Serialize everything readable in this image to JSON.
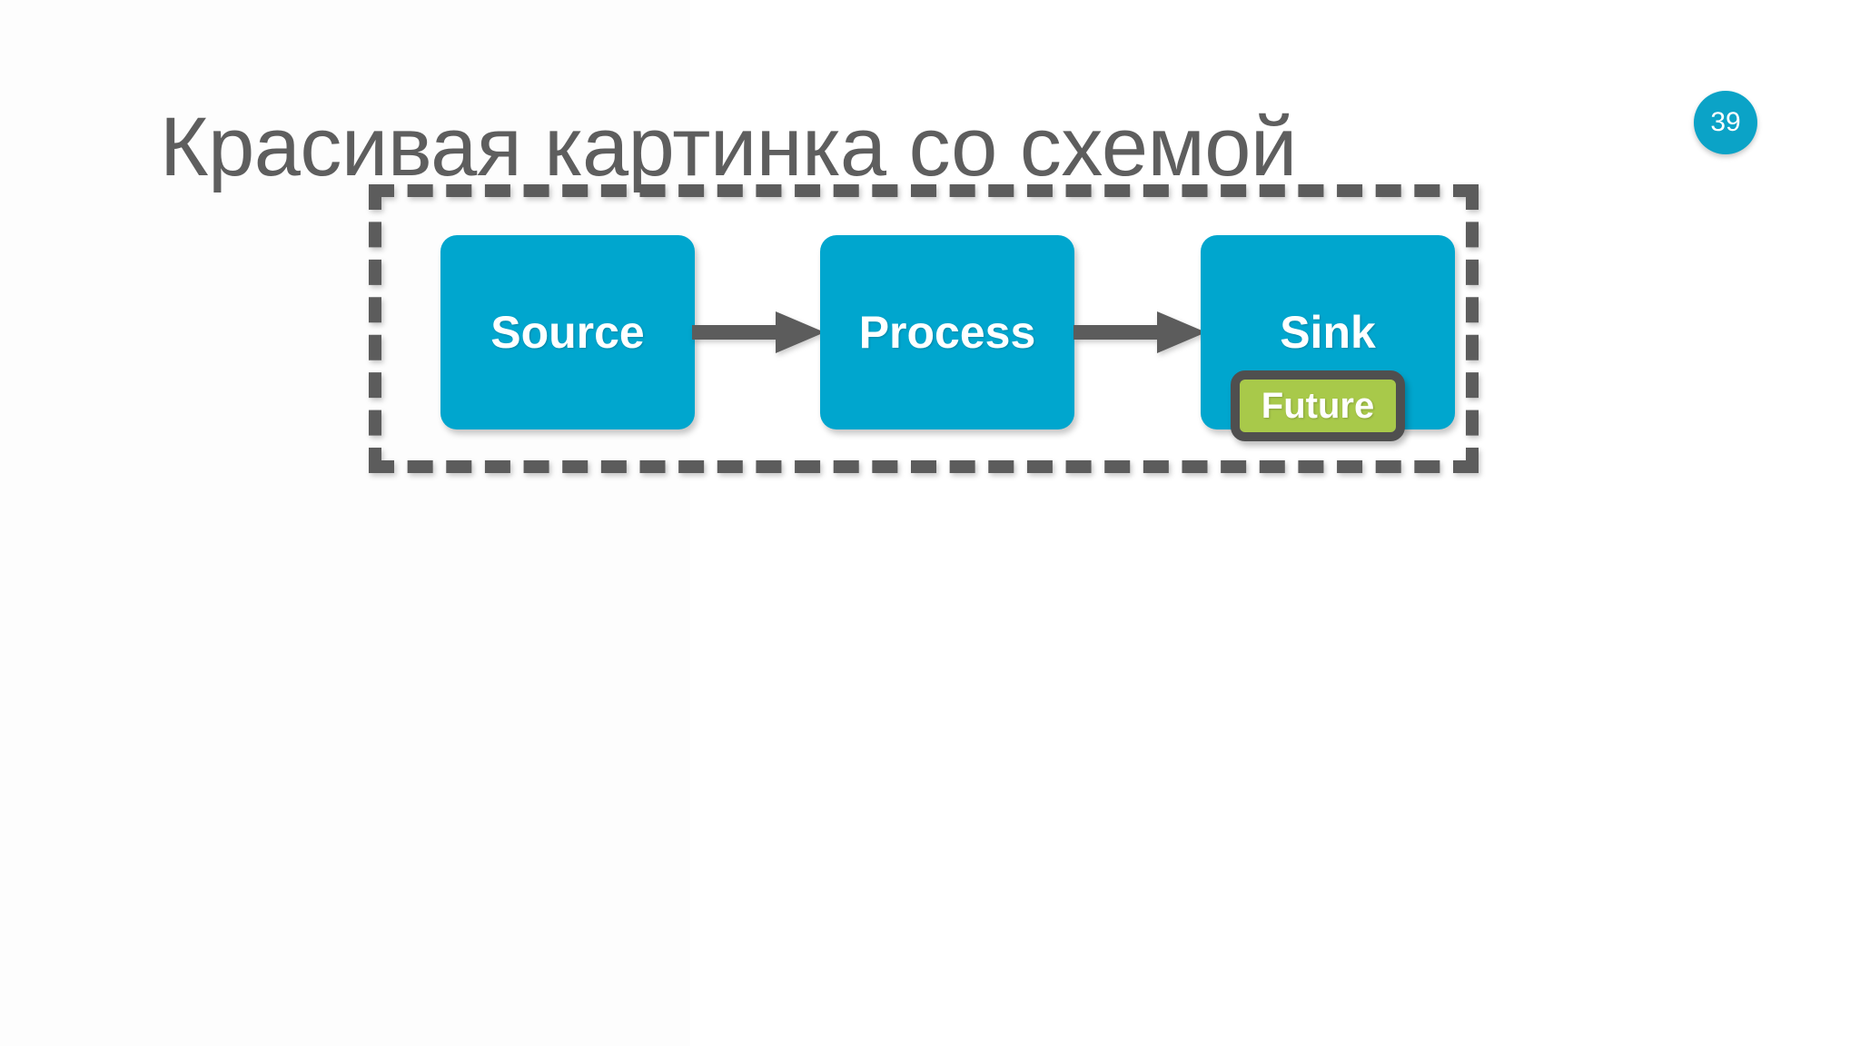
{
  "slide": {
    "title": "Красивая картинка со схемой",
    "page_number": "39",
    "background_color": "#ffffff",
    "title_color": "#5e5e5e"
  },
  "colors": {
    "node_fill": "#00a6ce",
    "node_text": "#ffffff",
    "arrow": "#5c5c5c",
    "dashed_border": "#5c5c5c",
    "badge_fill": "#a8c94a",
    "badge_border": "#4f4f4f",
    "page_badge_fill": "#0ba3c7"
  },
  "chart_data": {
    "type": "diagram",
    "title": "Красивая картинка со схемой",
    "nodes": [
      {
        "id": "source",
        "label": "Source"
      },
      {
        "id": "process",
        "label": "Process"
      },
      {
        "id": "sink",
        "label": "Sink"
      }
    ],
    "edges": [
      {
        "from": "source",
        "to": "process",
        "style": "solid-arrow"
      },
      {
        "from": "process",
        "to": "sink",
        "style": "solid-arrow"
      }
    ],
    "annotations": [
      {
        "id": "future-badge",
        "label": "Future",
        "attached_to": "sink"
      }
    ],
    "groups": [
      {
        "id": "pipeline-group",
        "style": "dashed",
        "contains": [
          "source",
          "process",
          "sink"
        ]
      }
    ]
  }
}
